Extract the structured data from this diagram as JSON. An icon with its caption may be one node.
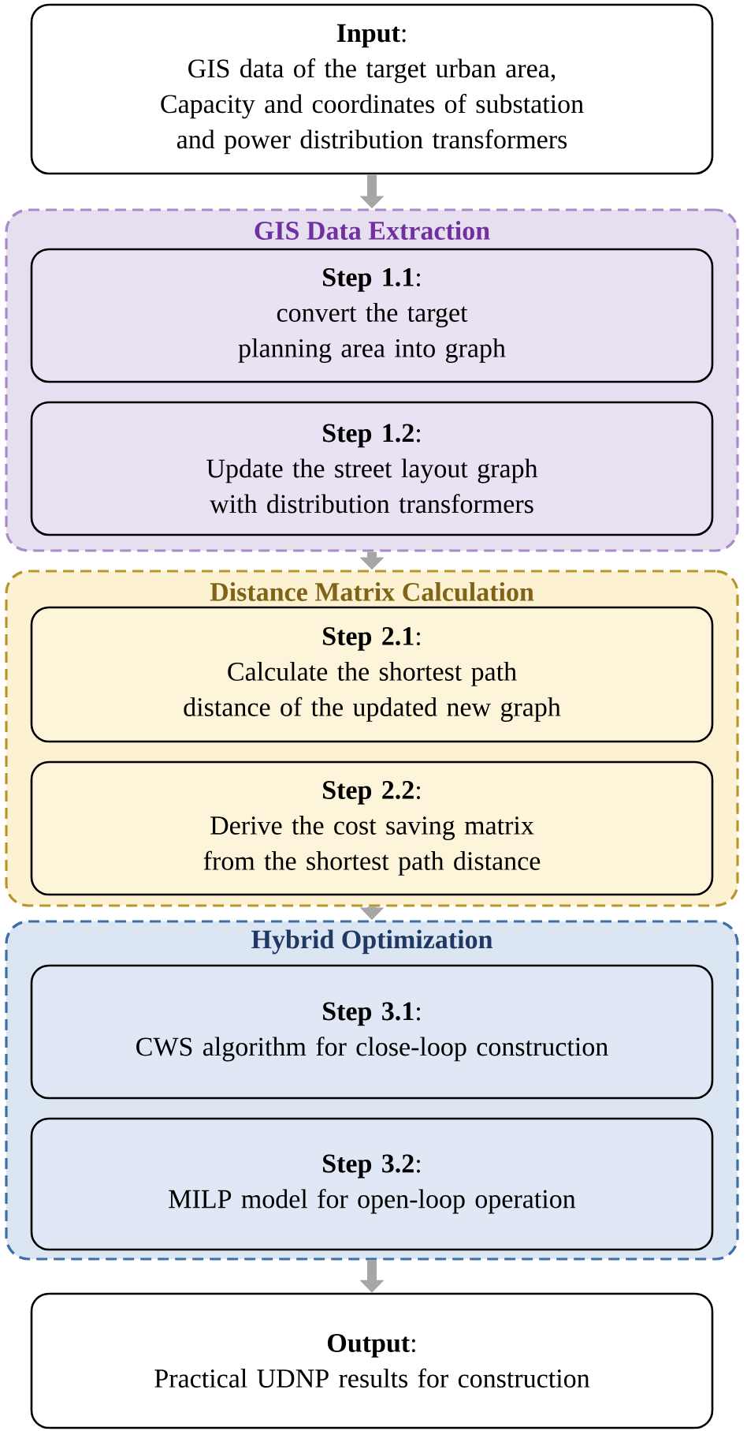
{
  "diagram": {
    "nodes": [
      {
        "text": [
          "**Input**:",
          "GIS data of the target urban area, Capacity and coordinates of substation and power distribution transformers"
        ]
      },
      {
        "text": [
          "GIS Data Extraction"
        ]
      },
      {
        "text": [
          "**Step 1.1**:",
          "convert the target planning area into graph"
        ],
        "in": 1
      },
      {
        "text": [
          "**Step 1.2**:",
          "Update the street layout graph with distribution transformers"
        ],
        "in": 1
      },
      {
        "text": [
          "Distance Matrix Calculation"
        ]
      },
      {
        "text": [
          "**Step 2.1**:",
          "Calculate the shortest path distance of the updated new graph"
        ],
        "in": 4
      },
      {
        "text": [
          "**Step 2.2**:",
          "Derive the cost saving matrix from the shortest path distance"
        ],
        "in": 4
      },
      {
        "text": [
          "Hybrid Optimization"
        ]
      },
      {
        "text": [
          "**Step 3.1**:",
          "CWS algorithm for close-loop construction"
        ],
        "in": 7
      },
      {
        "text": [
          "**Step 3.2**:",
          "MILP model for open-loop operation"
        ],
        "in": 7
      },
      {
        "text": [
          "**Output**:",
          "Practical UDNP results for construction"
        ]
      }
    ],
    "edges": [
      {
        "from": 0,
        "to": 1,
        "arrow": "to"
      },
      {
        "from": 1,
        "to": 4,
        "arrow": "to"
      },
      {
        "from": 4,
        "to": 7,
        "arrow": "to"
      },
      {
        "from": 7,
        "to": 10,
        "arrow": "to"
      }
    ]
  }
}
